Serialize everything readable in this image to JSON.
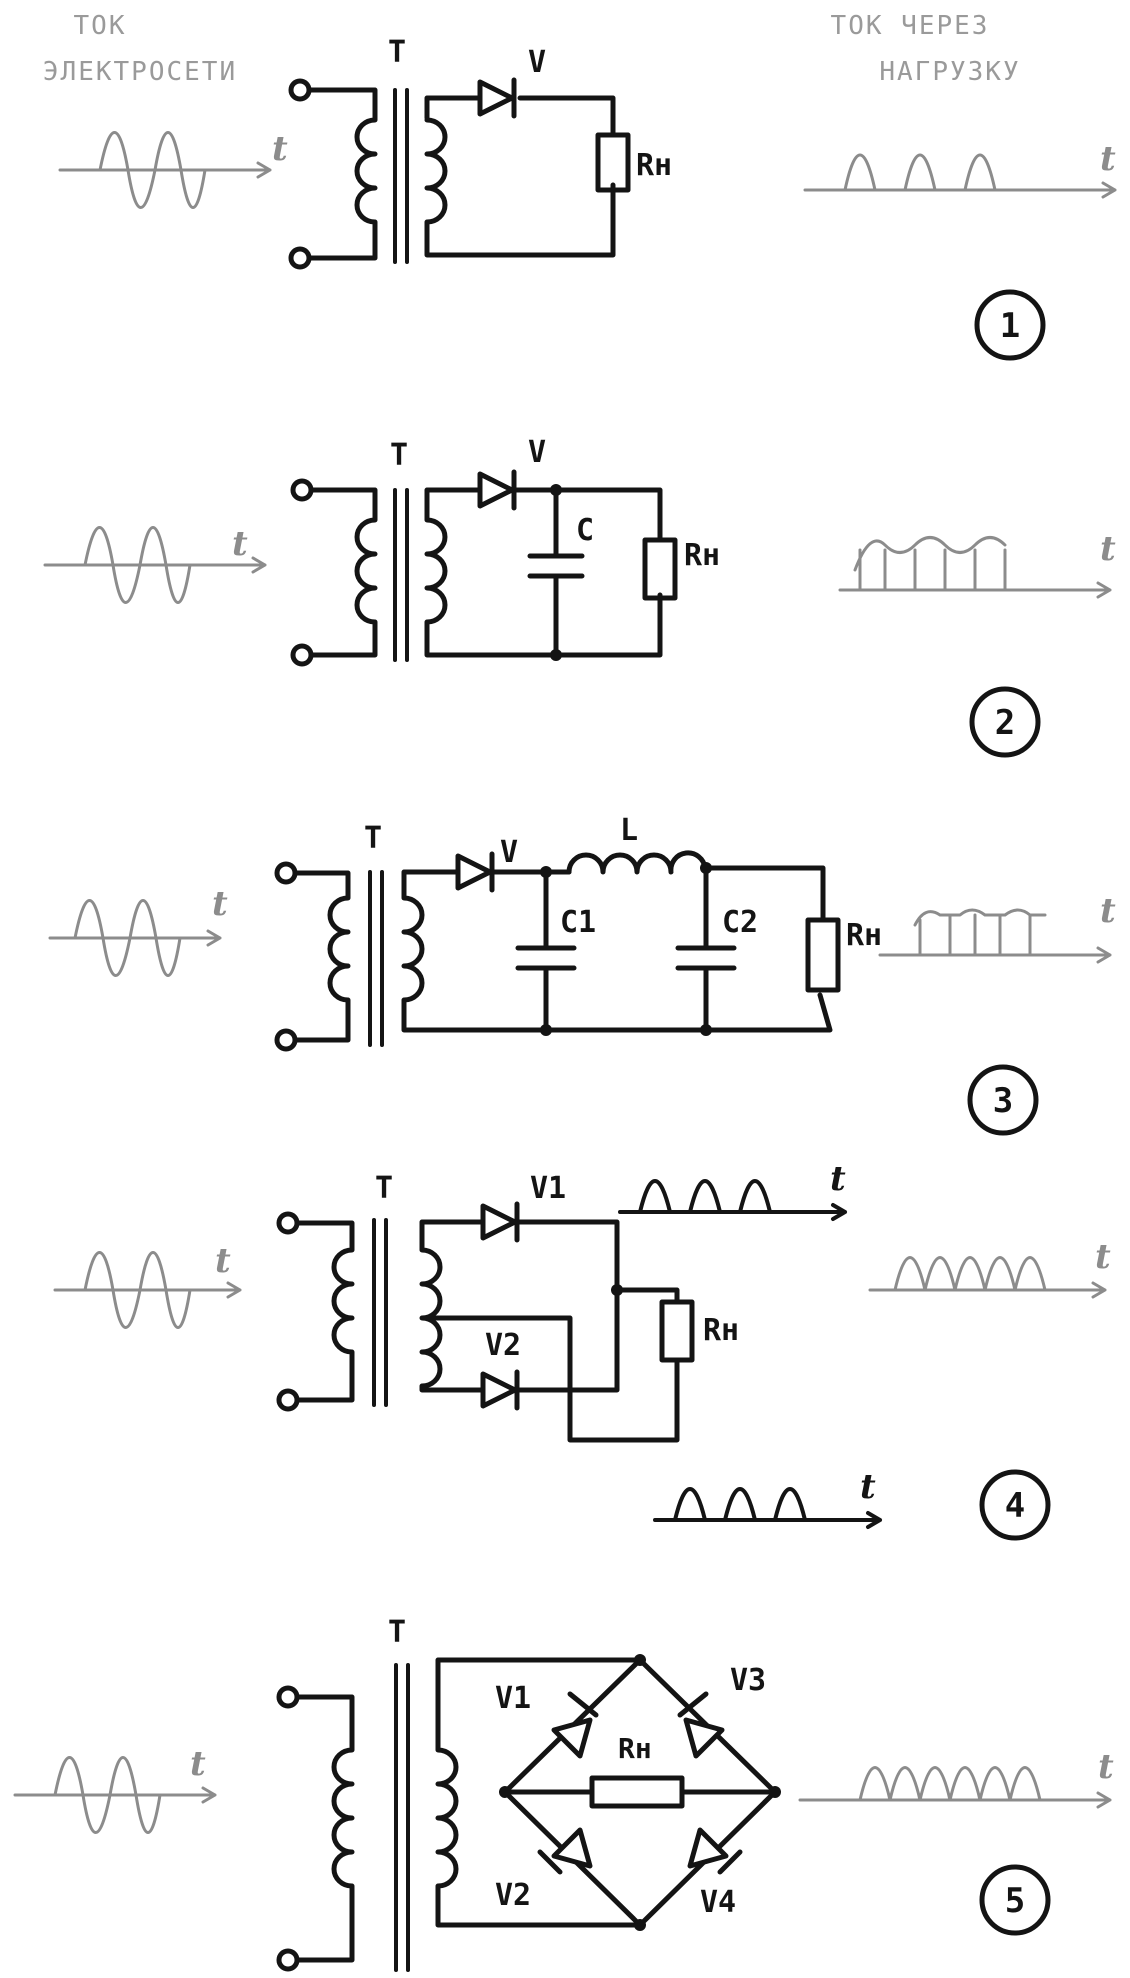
{
  "headers": {
    "mains_current": [
      "ТОК",
      "ЭЛЕКТРОСЕТИ"
    ],
    "load_current": [
      "ТОК ЧЕРЕЗ",
      "НАГРУЗКУ"
    ]
  },
  "time_axis_label": "t",
  "circuits": [
    {
      "number": "1",
      "labels": {
        "transformer": "T",
        "diode": "V",
        "load": "Rн"
      }
    },
    {
      "number": "2",
      "labels": {
        "transformer": "T",
        "diode": "V",
        "capacitor": "C",
        "load": "Rн"
      }
    },
    {
      "number": "3",
      "labels": {
        "transformer": "T",
        "diode": "V",
        "inductor": "L",
        "cap1": "C1",
        "cap2": "C2",
        "load": "Rн"
      }
    },
    {
      "number": "4",
      "labels": {
        "transformer": "T",
        "diode1": "V1",
        "diode2": "V2",
        "load": "Rн"
      }
    },
    {
      "number": "5",
      "labels": {
        "transformer": "T",
        "diode1": "V1",
        "diode2": "V2",
        "diode3": "V3",
        "diode4": "V4",
        "load": "Rн"
      }
    }
  ]
}
